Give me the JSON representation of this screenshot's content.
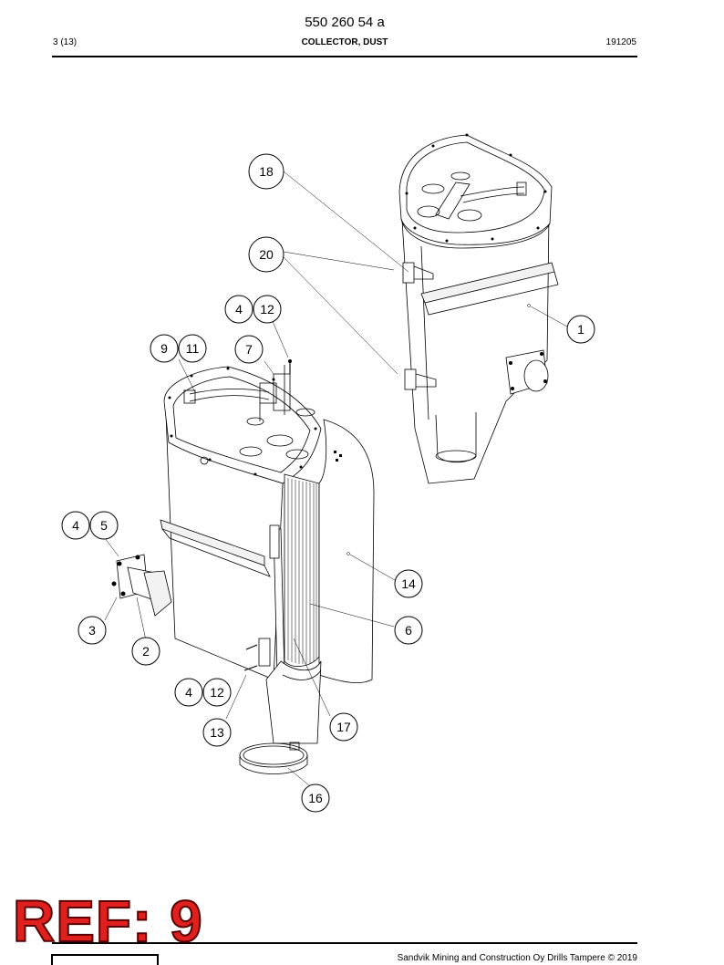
{
  "header": {
    "doc_number": "550 260 54 a",
    "page_info": "3 (13)",
    "title": "COLLECTOR, DUST",
    "date": "191205"
  },
  "stamp": {
    "ref_label": "REF: 9",
    "color": "#e0201f"
  },
  "footer": {
    "copyright": "Sandvik Mining and Construction Oy Drills Tampere © 2019"
  },
  "callouts": [
    "18",
    "20",
    "4",
    "12",
    "1",
    "9",
    "11",
    "7",
    "4",
    "5",
    "14",
    "3",
    "6",
    "2",
    "4",
    "12",
    "13",
    "17",
    "16"
  ]
}
